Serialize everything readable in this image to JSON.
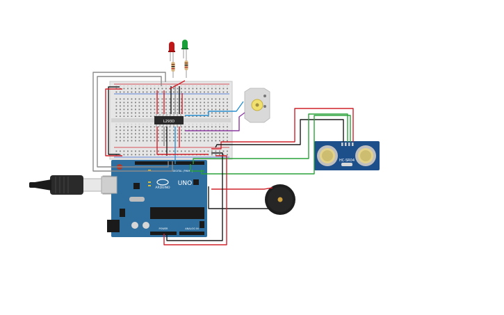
{
  "labels": {
    "ic_chip": "L293D",
    "arduino_model": "UNO",
    "arduino_brand": "ARDUINO",
    "arduino_digital": "DIGITAL (PWM~)",
    "arduino_power": "POWER",
    "arduino_analog": "ANALOG IN",
    "sensor_model": "HC-SR04"
  },
  "colors": {
    "breadboard": "#e8e8e8",
    "arduino_board": "#2f6f9f",
    "sensor_board": "#1d4f8a",
    "wire_red": "#d0202a",
    "wire_black": "#1a1a1a",
    "wire_green": "#2aa23a",
    "wire_gray": "#8a8a8a",
    "wire_blue": "#2a8fd0",
    "wire_purple": "#8a3aa0",
    "led_red": "#c01818",
    "led_green": "#1aa03a",
    "motor": "#d8d8d8",
    "buzzer": "#222222"
  }
}
